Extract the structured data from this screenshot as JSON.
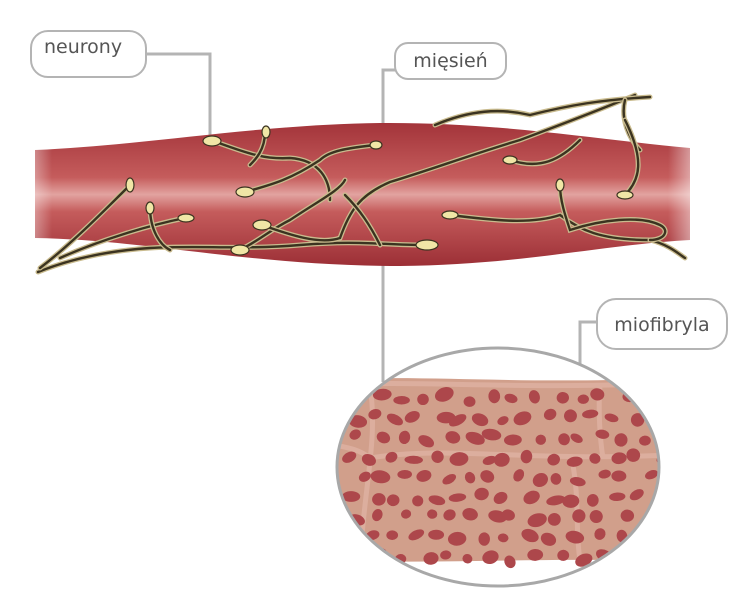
{
  "labels": {
    "neurons": "neurony",
    "muscle": "mięsień",
    "myofibril": "miofibryla"
  },
  "colors": {
    "muscle_dark": "#a3343a",
    "muscle_light": "#e2a3a0",
    "nerve": "#3b3320",
    "nerve_outline": "#c9bb8e",
    "nerve_end": "#f0e6a6",
    "tissue": "#d19f8b",
    "tissue_lines": "#dcae9e",
    "myofibril": "#ad474b",
    "leader": "#b4b4b4"
  }
}
